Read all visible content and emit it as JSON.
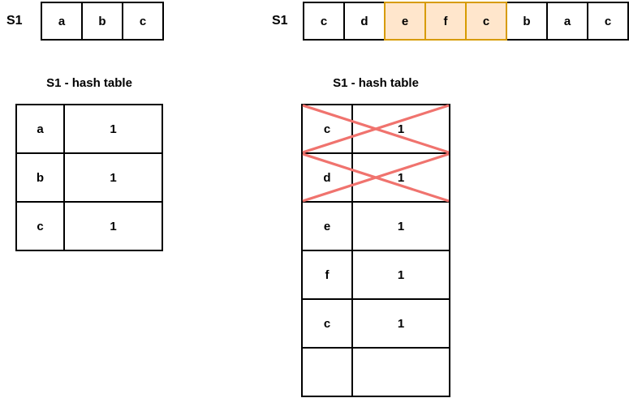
{
  "left": {
    "label": "S1",
    "array": [
      {
        "char": "a",
        "highlight": false
      },
      {
        "char": "b",
        "highlight": false
      },
      {
        "char": "c",
        "highlight": false
      }
    ],
    "table_title": "S1 - hash table",
    "table_rows": [
      {
        "key": "a",
        "value": "1",
        "crossed": false
      },
      {
        "key": "b",
        "value": "1",
        "crossed": false
      },
      {
        "key": "c",
        "value": "1",
        "crossed": false
      }
    ]
  },
  "right": {
    "label": "S1",
    "array": [
      {
        "char": "c",
        "highlight": false
      },
      {
        "char": "d",
        "highlight": false
      },
      {
        "char": "e",
        "highlight": true
      },
      {
        "char": "f",
        "highlight": true
      },
      {
        "char": "c",
        "highlight": true
      },
      {
        "char": "b",
        "highlight": false
      },
      {
        "char": "a",
        "highlight": false
      },
      {
        "char": "c",
        "highlight": false
      }
    ],
    "table_title": "S1 - hash table",
    "table_rows": [
      {
        "key": "c",
        "value": "1",
        "crossed": true
      },
      {
        "key": "d",
        "value": "1",
        "crossed": true
      },
      {
        "key": "e",
        "value": "1",
        "crossed": false
      },
      {
        "key": "f",
        "value": "1",
        "crossed": false
      },
      {
        "key": "c",
        "value": "1",
        "crossed": false
      },
      {
        "key": "",
        "value": "",
        "crossed": false
      }
    ]
  },
  "colors": {
    "background": "#ffffff",
    "text": "#000000",
    "cell_border": "#000000",
    "highlight_fill": "#ffe6cc",
    "highlight_border": "#d79b00",
    "cross_stroke": "#f0736e"
  }
}
